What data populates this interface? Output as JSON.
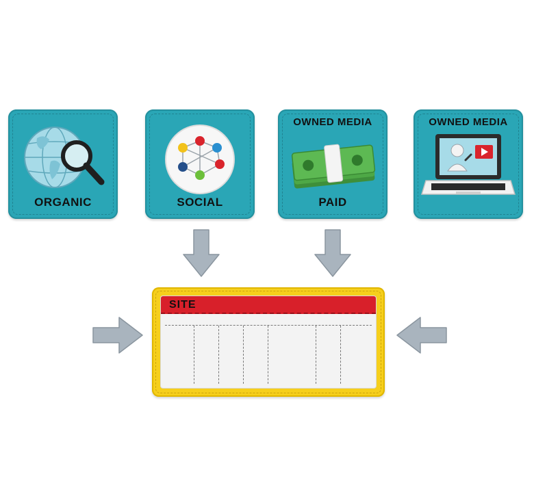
{
  "tiles": {
    "organic": {
      "label": "ORGANIC",
      "icon": "globe-magnifier-icon"
    },
    "social": {
      "label": "SOCIAL",
      "icon": "network-icon"
    },
    "paid": {
      "top_label": "OWNED MEDIA",
      "label": "PAID",
      "icon": "money-stack-icon"
    },
    "owned": {
      "top_label": "OWNED MEDIA",
      "icon": "laptop-video-icon"
    }
  },
  "site": {
    "title": "SITE"
  },
  "colors": {
    "tile": "#2aa6b6",
    "arrow": "#a9b4be",
    "site_frame": "#f6cf1c",
    "site_header": "#d8202a"
  }
}
